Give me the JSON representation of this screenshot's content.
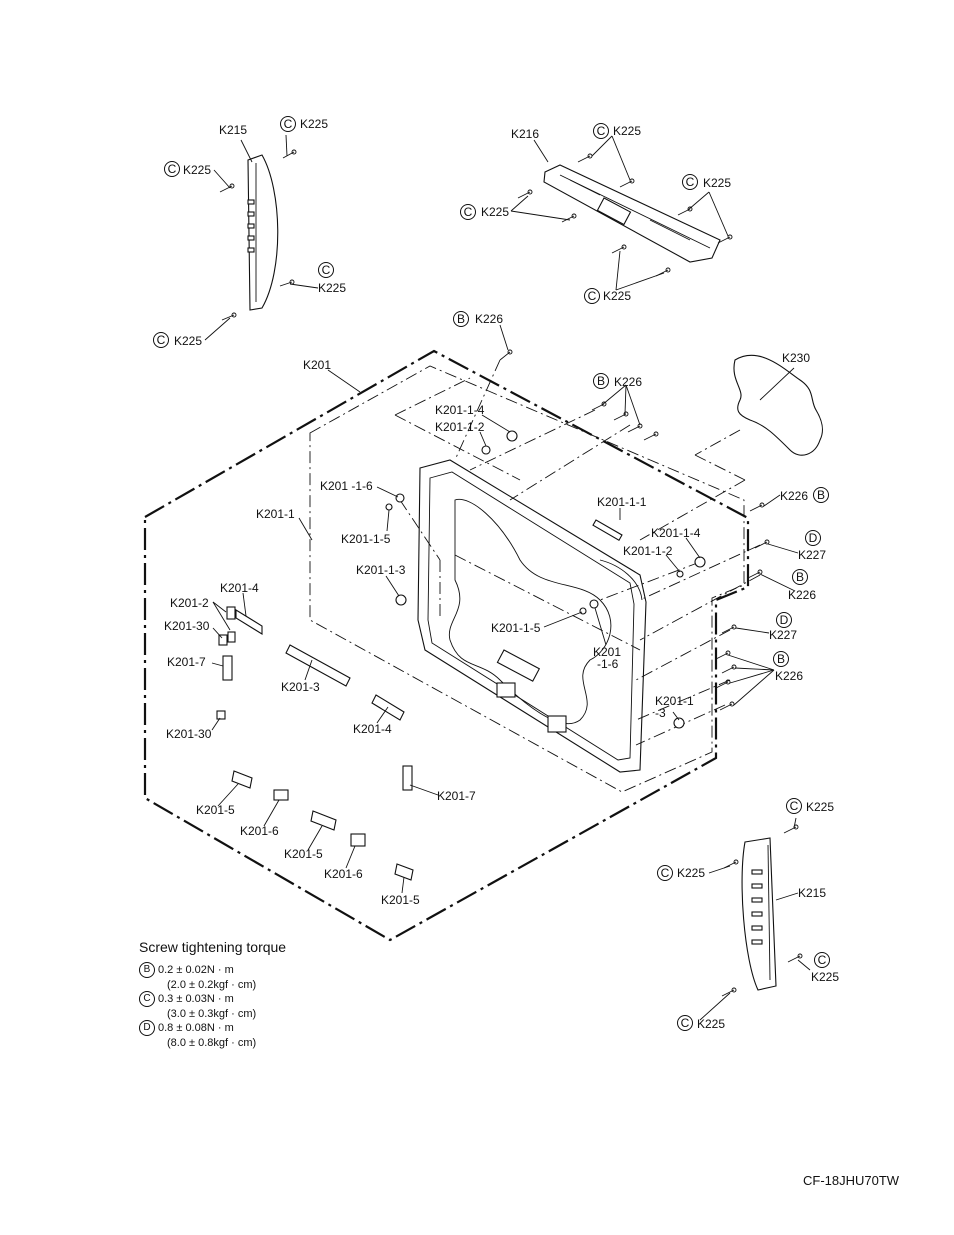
{
  "labels": {
    "k215_top": "K215",
    "k216": "K216",
    "k230": "K230",
    "k201": "K201",
    "k201_1": "K201-1",
    "k201_1_4a": "K201-1-4",
    "k201_1_2a": "K201-1-2",
    "k201_1_6a": "K201 -1-6",
    "k201_1_5a": "K201-1-5",
    "k201_1_3a": "K201-1-3",
    "k201_1_1": "K201-1-1",
    "k201_1_4b": "K201-1-4",
    "k201_1_2b": "K201-1-2",
    "k201_1_5b": "K201-1-5",
    "k201_1_6b_1": "K201",
    "k201_1_6b_2": "-1-6",
    "k201_1_3b_1": "K201-1",
    "k201_1_3b_2": "-3",
    "k201_4a": "K201-4",
    "k201_2": "K201-2",
    "k201_30a": "K201-30",
    "k201_7a": "K201-7",
    "k201_3": "K201-3",
    "k201_4b": "K201-4",
    "k201_30b": "K201-30",
    "k201_7b": "K201-7",
    "k201_5a": "K201-5",
    "k201_6a": "K201-6",
    "k201_5b": "K201-5",
    "k201_6b": "K201-6",
    "k201_5c": "K201-5",
    "k215_bot": "K215",
    "k225": "K225",
    "k226": "K226",
    "k227": "K227"
  },
  "badges": {
    "b": "B",
    "c": "C",
    "d": "D"
  },
  "torque": {
    "title": "Screw tightening torque",
    "rows": [
      {
        "badge": "B",
        "nm": "0.2 ± 0.02N · m",
        "kgf": "(2.0 ± 0.2kgf · cm)"
      },
      {
        "badge": "C",
        "nm": "0.3 ± 0.03N · m",
        "kgf": "(3.0 ± 0.3kgf · cm)"
      },
      {
        "badge": "D",
        "nm": "0.8 ± 0.08N · m",
        "kgf": "(8.0 ± 0.8kgf · cm)"
      }
    ]
  },
  "model": "CF-18JHU70TW"
}
